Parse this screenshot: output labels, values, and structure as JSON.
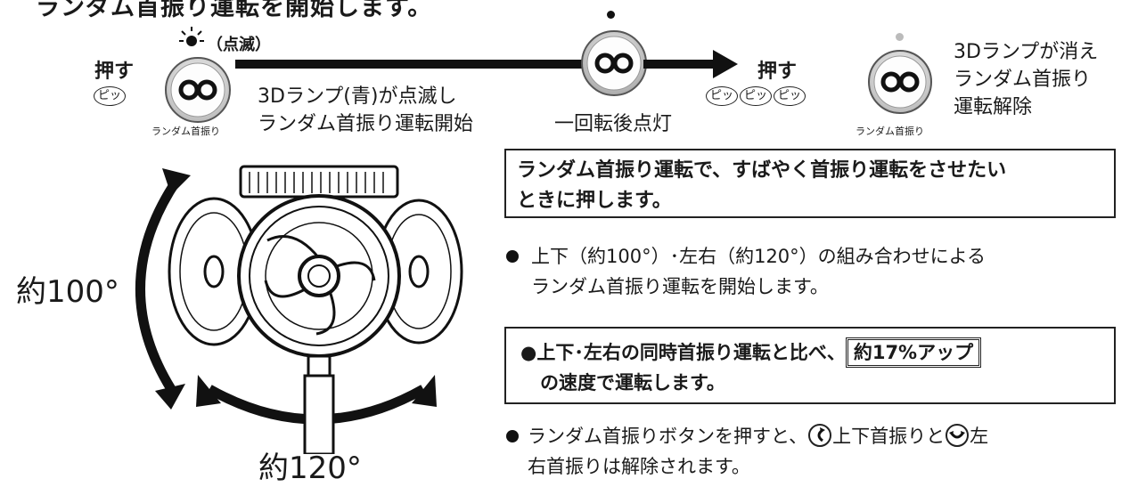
{
  "title": "ランダム首振り運転を開始します。",
  "step1": {
    "push": "押す",
    "beep": "ピッ",
    "blink": "（点滅）",
    "button_label": "ランダム首振り"
  },
  "step1_desc": {
    "line1": "3Dランプ(青)が点滅し",
    "line2": "ランダム首振り運転開始"
  },
  "step2": {
    "caption": "一回転後点灯"
  },
  "step3": {
    "push": "押す",
    "beeps": [
      "ピッ",
      "ピッ",
      "ピッ"
    ],
    "button_label": "ランダム首振り"
  },
  "step3_desc": {
    "line1": "3Dランプが消え",
    "line2": "ランダム首振り",
    "line3": "運転解除"
  },
  "fan": {
    "vertical_angle": "約100°",
    "horizontal_angle": "約120°"
  },
  "info_box": {
    "line1": "ランダム首振り運転で、すばやく首振り運転をさせたい",
    "line2": "ときに押します。"
  },
  "bullet1": {
    "line1": "上下（約100°）･左右（約120°）の組み合わせによる",
    "line2": "ランダム首振り運転を開始します。"
  },
  "speed_box": {
    "prefix": "●上下･左右の同時首振り運転と比べ、",
    "highlight": "約17%アップ",
    "line2": "の速度で運転します。"
  },
  "bullet2": {
    "part1": "ランダム首振りボタンを押すと、",
    "part2": "上下首振りと",
    "part3": "左",
    "line2": "右首振りは解除されます。"
  },
  "colors": {
    "ink": "#1a1a1a",
    "background": "#ffffff"
  }
}
